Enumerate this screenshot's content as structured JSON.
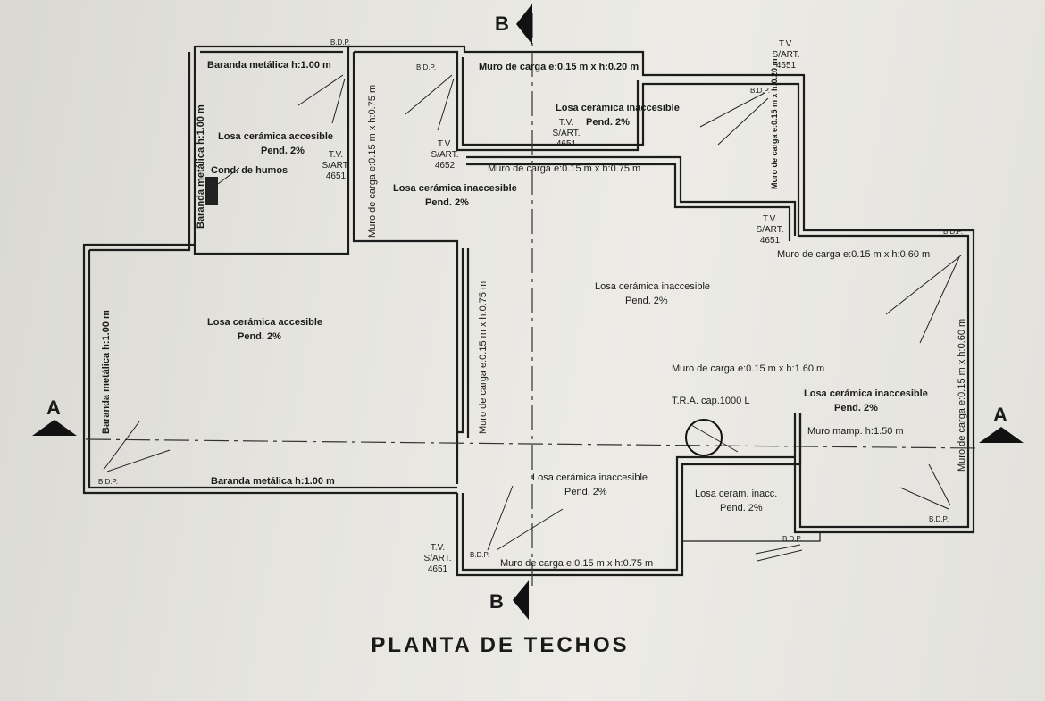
{
  "title": "PLANTA DE TECHOS",
  "section_marks": {
    "a_left": "A",
    "a_right": "A",
    "b_top": "B",
    "b_bottom": "B"
  },
  "bdp": "B.D.P.",
  "tv": {
    "line1": "T.V.",
    "line2": "S/ART.",
    "n4651": "4651",
    "n4652": "4652"
  },
  "labels": {
    "baranda_top": "Baranda metálica h:1.00 m",
    "baranda_vert_upper": "Baranda metálica h:1.00 m",
    "baranda_left": "Baranda metálica h:1.00 m",
    "baranda_bottom": "Baranda metálica h:1.00 m",
    "losa_acc_upper": "Losa cerámica accesible",
    "losa_acc_lower": "Losa cerámica accesible",
    "pend": "Pend. 2%",
    "cond_humos": "Cond. de humos",
    "muro_vert_left": "Muro de carga e:0.15 m x h:0.75 m",
    "losa_inacc_mid": "Losa cerámica inaccesible",
    "muro_top": "Muro de carga e:0.15 m x h:0.20 m",
    "losa_inacc_top": "Losa cerámica inaccesible",
    "muro_mid_h": "Muro de carga e:0.15 m x h:0.75 m",
    "muro_vert_right_small": "Muro de carga e:0.15 m x h:0.20 m",
    "muro_right_h": "Muro de carga e:0.15 m x h:0.60 m",
    "losa_inacc_center": "Losa cerámica inaccesible",
    "muro_vert_center": "Muro de carga e:0.15 m x h:0.75 m",
    "muro_160": "Muro de carga e:0.15 m x h:1.60 m",
    "tra": "T.R.A. cap.1000 L",
    "losa_inacc_right": "Losa cerámica inaccesible",
    "muro_mamp": "Muro mamp. h:1.50 m",
    "muro_vert_right": "Muro de carga e:0.15 m x h:0.60 m",
    "losa_inacc_bottom": "Losa cerámica inaccesible",
    "losa_ceram_inacc": "Losa ceram. inacc.",
    "muro_bottom": "Muro de carga e:0.15 m x h:0.75 m"
  }
}
